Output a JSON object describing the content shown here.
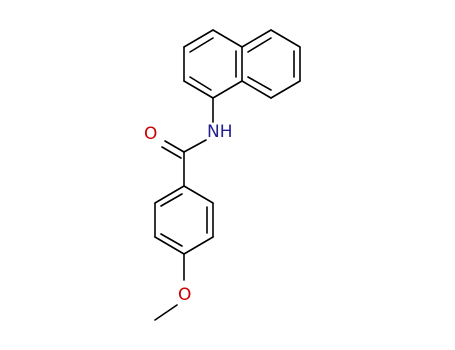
{
  "molecule": {
    "atoms": [
      {
        "id": "N",
        "label": "NH",
        "color": "#1f1f8f"
      },
      {
        "id": "O_carbonyl",
        "label": "O",
        "color": "#cc0000"
      },
      {
        "id": "O_methoxy",
        "label": "O",
        "color": "#cc0000"
      }
    ]
  }
}
